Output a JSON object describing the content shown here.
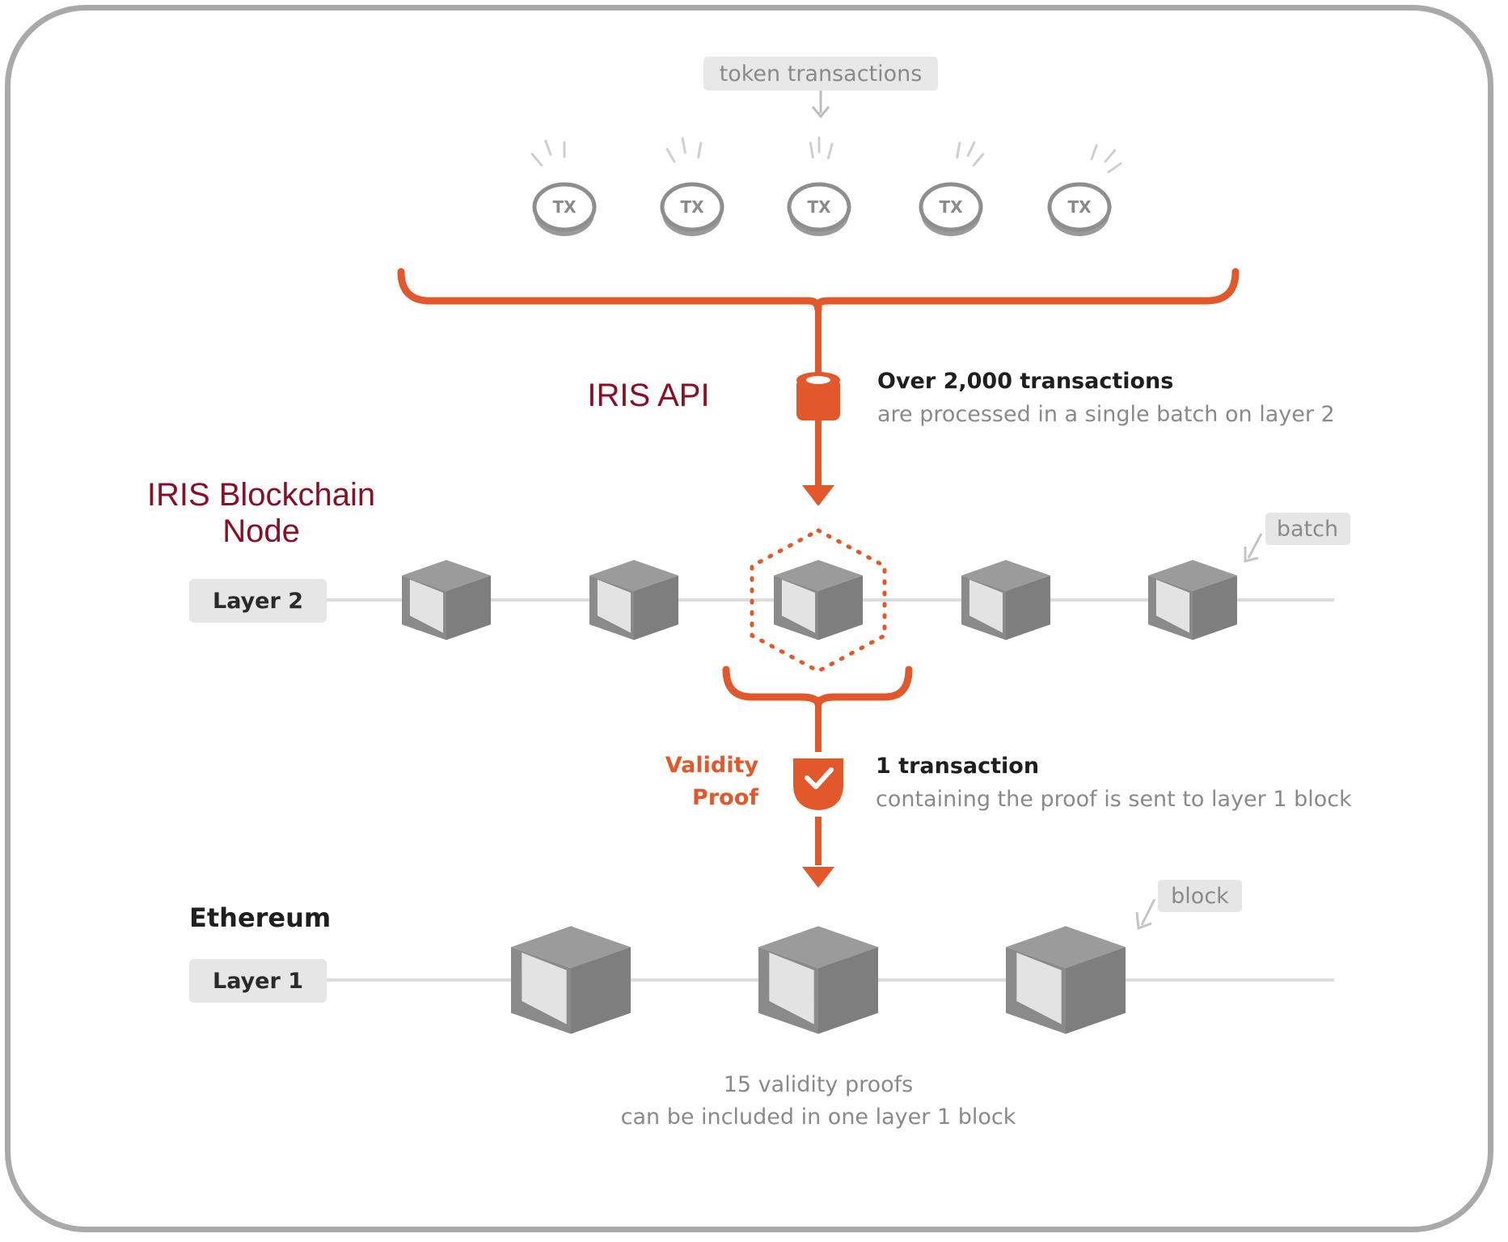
{
  "token_label": "token transactions",
  "tx_coin_label": "TX",
  "tx_coin_count": 5,
  "iris_api_label": "IRIS API",
  "iris_node_label_line1": "IRIS Blockchain",
  "iris_node_label_line2": "Node",
  "batch_heading": "Over 2,000 transactions",
  "batch_sub": "are processed in a single batch on layer 2",
  "batch_tag": "batch",
  "layer2_label": "Layer 2",
  "layer2_block_count": 5,
  "validity_line1": "Validity",
  "validity_line2": "Proof",
  "proof_heading": "1 transaction",
  "proof_sub": "containing the proof is sent to layer 1 block",
  "ethereum_label": "Ethereum",
  "layer1_label": "Layer 1",
  "layer1_block_count": 3,
  "block_tag": "block",
  "footer_line1": "15 validity proofs",
  "footer_line2": "can be included in one layer 1 block",
  "colors": {
    "accent": "#e2582a",
    "maroon": "#8a0f24",
    "cube_dark": "#8a8a8a",
    "cube_face": "#e2e2e2",
    "tag_bg": "#e6e6e6",
    "line_gray": "#dcdcdc"
  }
}
